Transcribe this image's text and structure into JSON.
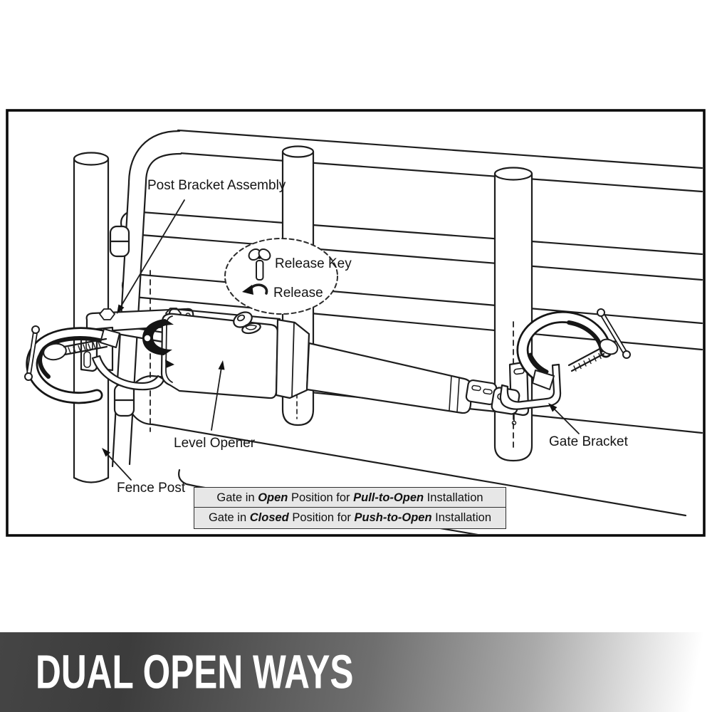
{
  "diagram": {
    "labels": {
      "post_bracket_assembly": "Post Bracket Assembly",
      "release_key": "Release Key",
      "release": "Release",
      "level_opener": "Level Opener",
      "fence_post": "Fence Post",
      "gate_bracket": "Gate Bracket"
    },
    "captions": [
      {
        "prefix": "Gate in ",
        "state": "Open",
        "mid": " Position for ",
        "mode": "Pull-to-Open",
        "suffix": " Installation"
      },
      {
        "prefix": "Gate in ",
        "state": "Closed",
        "mid": " Position for ",
        "mode": "Push-to-Open",
        "suffix": " Installation"
      }
    ],
    "icons": {
      "release_key_icon": "wing-key",
      "release_icon": "counterclockwise-arrow"
    },
    "line_color": "#1d1d1d",
    "caption_bg": "#e7e7e7",
    "caption_border": "#2e2e2e"
  },
  "banner": {
    "title": "DUAL OPEN WAYS",
    "text_color": "#ffffff",
    "gradient_start": "#3d3d3d",
    "gradient_end": "#ffffff"
  }
}
